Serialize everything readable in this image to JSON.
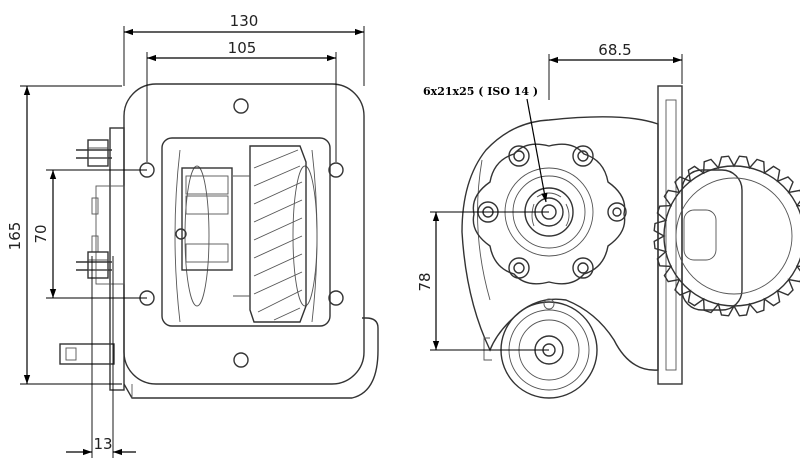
{
  "dimensions": {
    "overall_width": "130",
    "bolt_spacing_width": "105",
    "overall_height": "165",
    "flange_bolt_spacing": "70",
    "shaft_projection": "13",
    "output_offset": "68.5",
    "shaft_center_distance": "78"
  },
  "labels": {
    "spline_spec": "6x21x25 ( ISO 14 )"
  },
  "colors": {
    "line": "#333333",
    "dimension": "#000000",
    "background": "#ffffff"
  }
}
